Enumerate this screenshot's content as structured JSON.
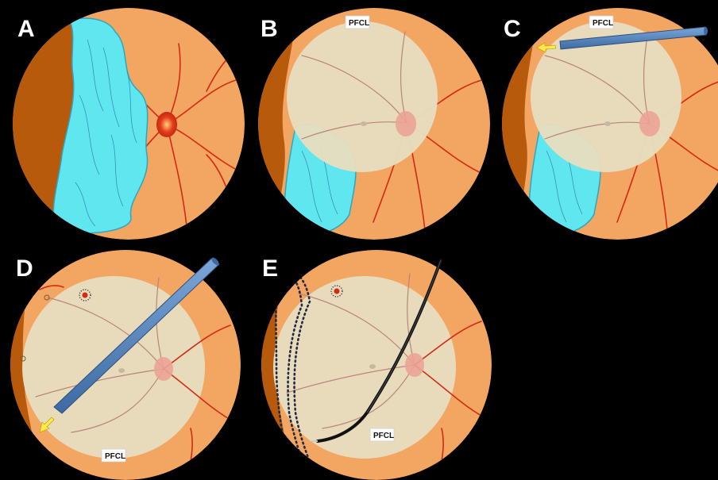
{
  "panels": [
    {
      "letter": "A",
      "pfcl_label": ""
    },
    {
      "letter": "B",
      "pfcl_label": "PFCL"
    },
    {
      "letter": "C",
      "pfcl_label": "PFCL"
    },
    {
      "letter": "D",
      "pfcl_label": "PFCL"
    },
    {
      "letter": "E",
      "pfcl_label": "PFCL"
    }
  ],
  "colors": {
    "background": "#000000",
    "fundus": "#f3a562",
    "rim": "#b85a0c",
    "detached_retina": "#5fe6ee",
    "pfcl_bubble": "#e6ddbf",
    "vessel": "#d42a12",
    "optic_disc": "#e43b1a",
    "instrument": "#4f7fb8",
    "arrow": "#ffe94a"
  }
}
